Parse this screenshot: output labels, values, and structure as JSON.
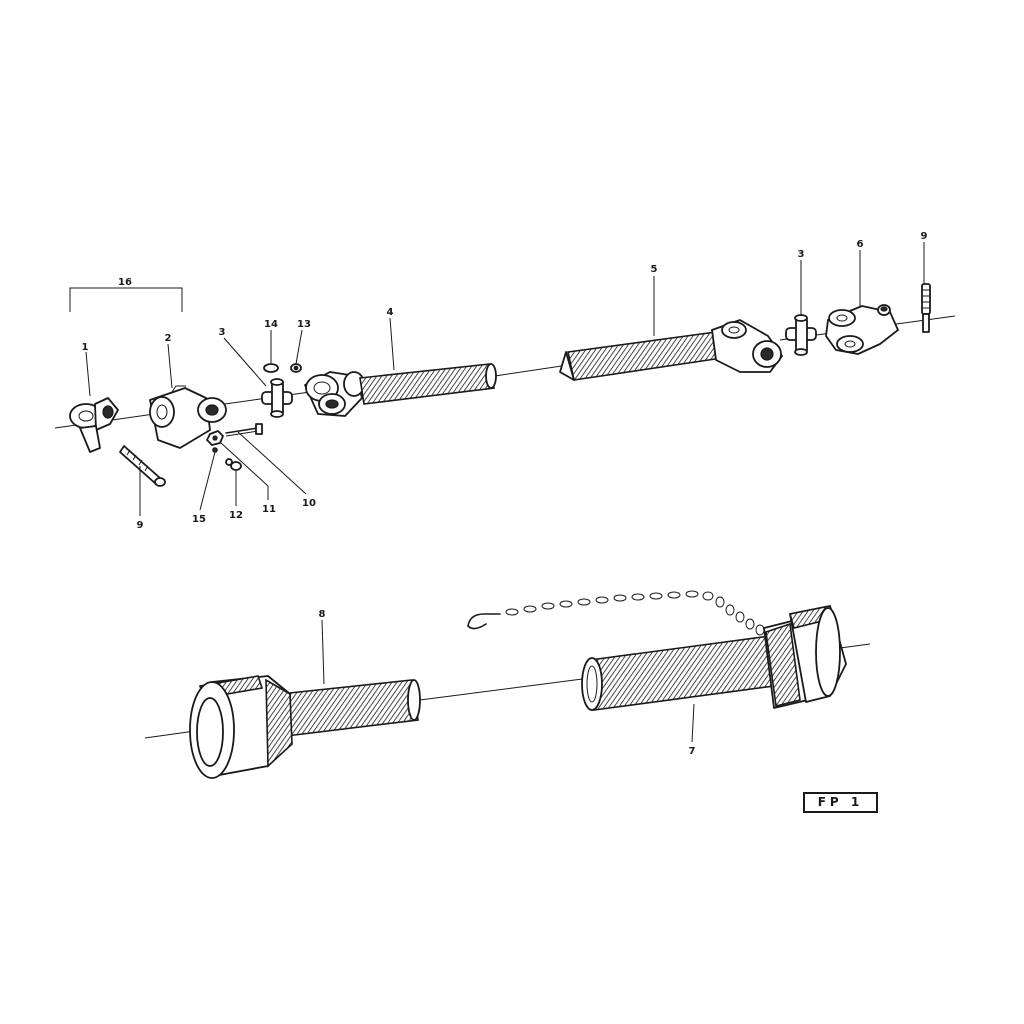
{
  "diagram": {
    "callouts": {
      "c1": "1",
      "c2": "2",
      "c3a": "3",
      "c3b": "3",
      "c4": "4",
      "c5": "5",
      "c6": "6",
      "c7": "7",
      "c8": "8",
      "c9a": "9",
      "c9b": "9",
      "c10": "10",
      "c11": "11",
      "c12": "12",
      "c13": "13",
      "c14": "14",
      "c15": "15",
      "c16": "16"
    },
    "code": "FP 1"
  }
}
